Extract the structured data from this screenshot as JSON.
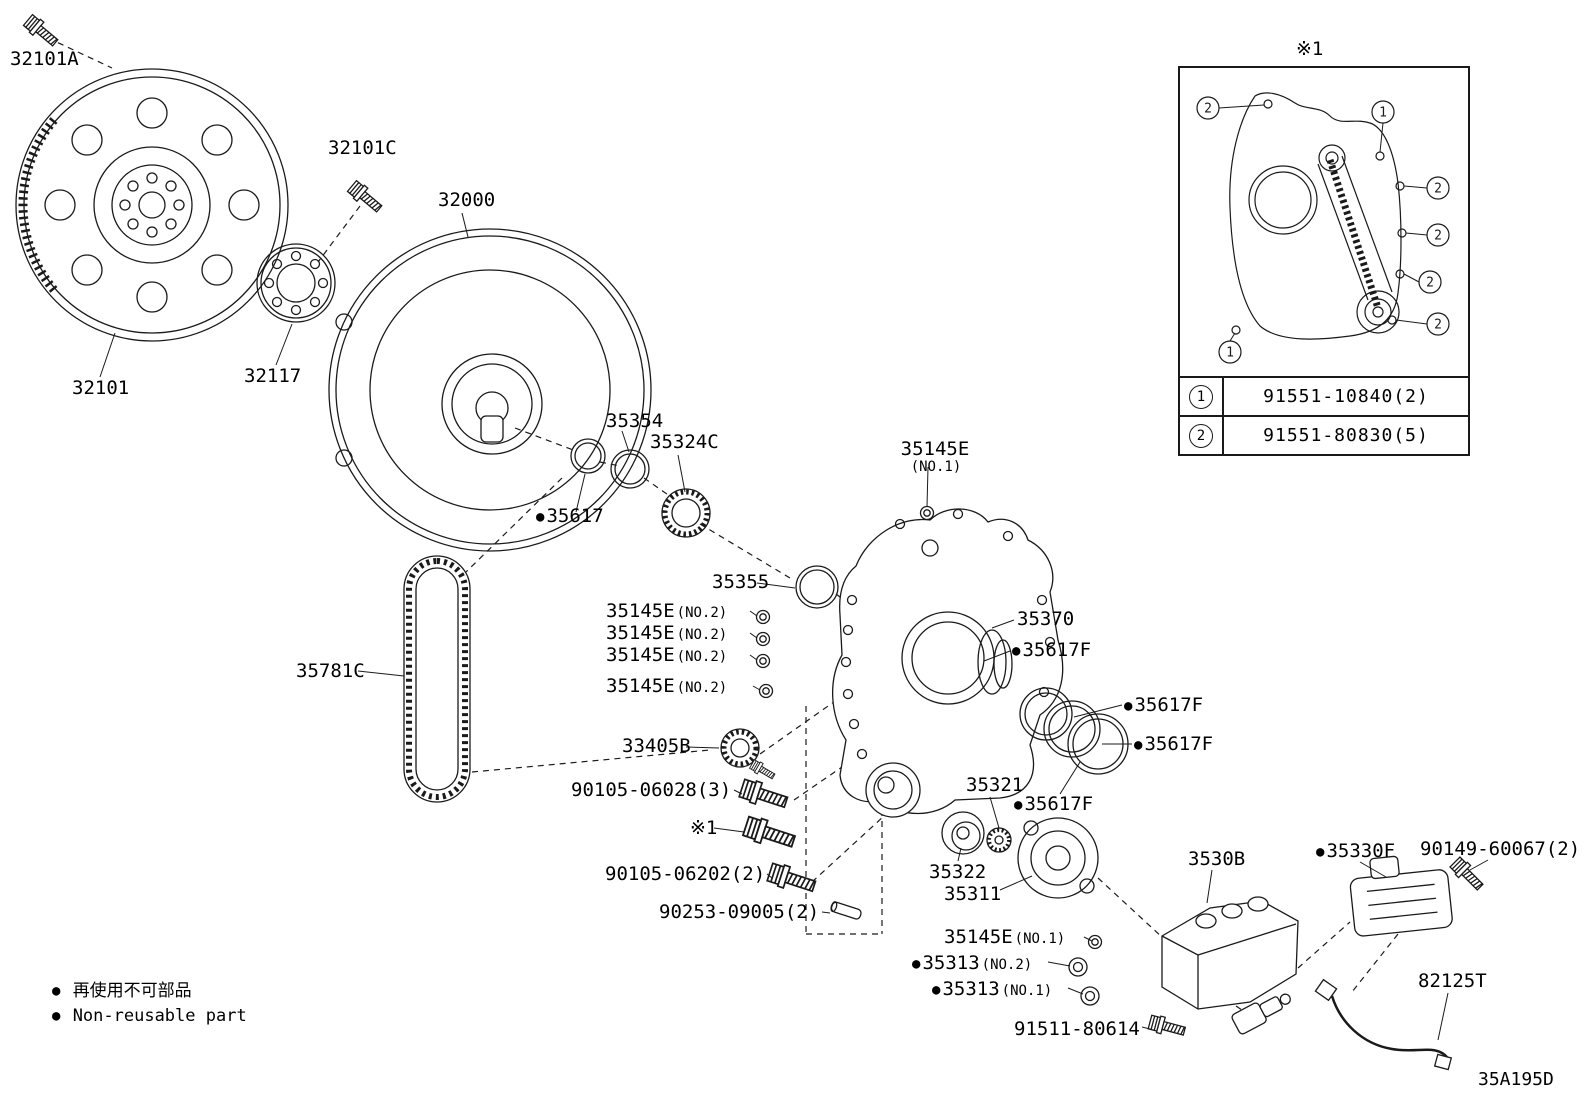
{
  "diagram": {
    "code": "35A195D"
  },
  "legend": {
    "bullet": "●",
    "jp": "再使用不可部品",
    "en": "Non-reusable part"
  },
  "inset": {
    "title": "※1",
    "callout1": "1",
    "callout2": "2",
    "rows": [
      {
        "num": "1",
        "part": "91551-10840(2)"
      },
      {
        "num": "2",
        "part": "91551-80830(5)"
      }
    ]
  },
  "labels": {
    "l32101a": {
      "text": "32101A"
    },
    "l32101": {
      "text": "32101"
    },
    "l32101c": {
      "text": "32101C"
    },
    "l32117": {
      "text": "32117"
    },
    "l32000": {
      "text": "32000"
    },
    "l35354": {
      "text": "35354"
    },
    "l35324c": {
      "text": "35324C"
    },
    "l35617": {
      "bullet": "●",
      "text": "35617"
    },
    "l35355": {
      "text": "35355"
    },
    "l35145e_no1_top": {
      "text": "35145E",
      "suffix": "(NO.1)"
    },
    "l35370": {
      "text": "35370"
    },
    "l35617f_a": {
      "bullet": "●",
      "text": "35617F"
    },
    "l35781c": {
      "text": "35781C"
    },
    "l35145e_no2_1": {
      "text": "35145E",
      "suffix": "(NO.2)"
    },
    "l35145e_no2_2": {
      "text": "35145E",
      "suffix": "(NO.2)"
    },
    "l35145e_no2_3": {
      "text": "35145E",
      "suffix": "(NO.2)"
    },
    "l35145e_no2_4": {
      "text": "35145E",
      "suffix": "(NO.2)"
    },
    "l33405b": {
      "text": "33405B"
    },
    "l90105_06028": {
      "text": "90105-06028(3)"
    },
    "note1": {
      "text": "※1"
    },
    "l90105_06202": {
      "text": "90105-06202(2)"
    },
    "l90253_09005": {
      "text": "90253-09005(2)"
    },
    "l35321": {
      "text": "35321"
    },
    "l35617f_b": {
      "bullet": "●",
      "text": "35617F"
    },
    "l35617f_c": {
      "bullet": "●",
      "text": "35617F"
    },
    "l35617f_d": {
      "bullet": "●",
      "text": "35617F"
    },
    "l35322": {
      "text": "35322"
    },
    "l35311": {
      "text": "35311"
    },
    "l3530b": {
      "text": "3530B"
    },
    "l35330f": {
      "bullet": "●",
      "text": "35330F"
    },
    "l90149_60067": {
      "text": "90149-60067(2)"
    },
    "l35145e_no1_bot": {
      "text": "35145E",
      "suffix": "(NO.1)"
    },
    "l35313_no2": {
      "bullet": "●",
      "text": "35313",
      "suffix": "(NO.2)"
    },
    "l35313_no1": {
      "bullet": "●",
      "text": "35313",
      "suffix": "(NO.1)"
    },
    "l91511_80614": {
      "text": "91511-80614"
    },
    "l82125t": {
      "text": "82125T"
    }
  }
}
